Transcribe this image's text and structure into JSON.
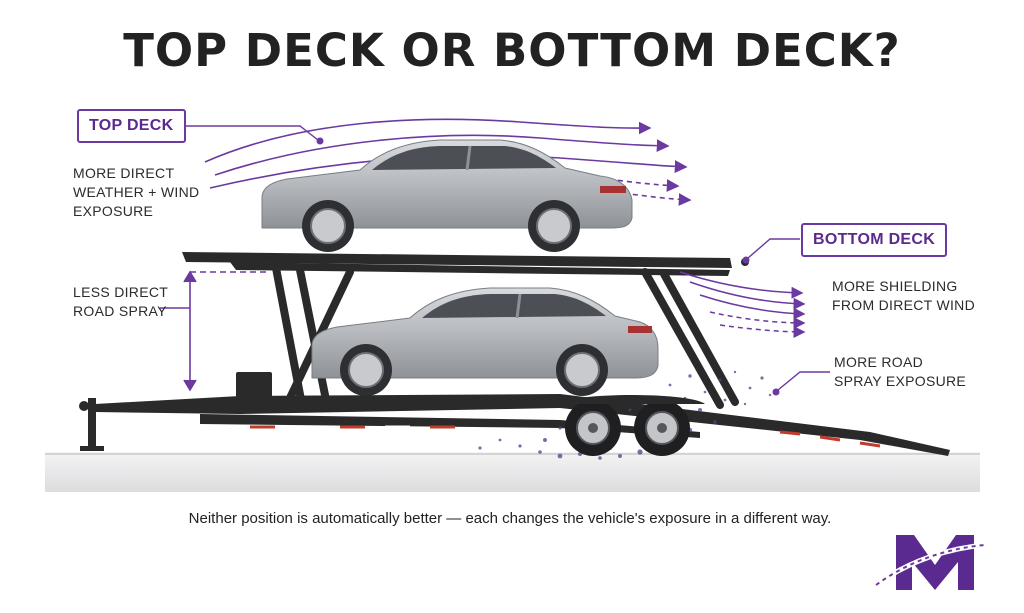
{
  "title": "TOP DECK OR BOTTOM DECK?",
  "top_deck": {
    "tag": "TOP DECK",
    "note_lines": [
      "MORE DIRECT",
      "WEATHER + WIND",
      "EXPOSURE"
    ]
  },
  "bottom_deck": {
    "tag": "BOTTOM DECK",
    "shield_lines": [
      "MORE SHIELDING",
      "FROM DIRECT WIND"
    ],
    "spray_lines": [
      "MORE ROAD",
      "SPRAY EXPOSURE"
    ]
  },
  "left_note": {
    "lines": [
      "LESS DIRECT",
      "ROAD SPRAY"
    ]
  },
  "footer": "Neither position is automatically better — each changes the vehicle's exposure in a different way.",
  "colors": {
    "accent": "#6b3aa0",
    "accent_dark": "#5a2a8e",
    "car": "#b9bcc1",
    "trailer": "#2a2a2a",
    "road": "#e9e9ea"
  },
  "logo": {
    "letter": "M"
  }
}
